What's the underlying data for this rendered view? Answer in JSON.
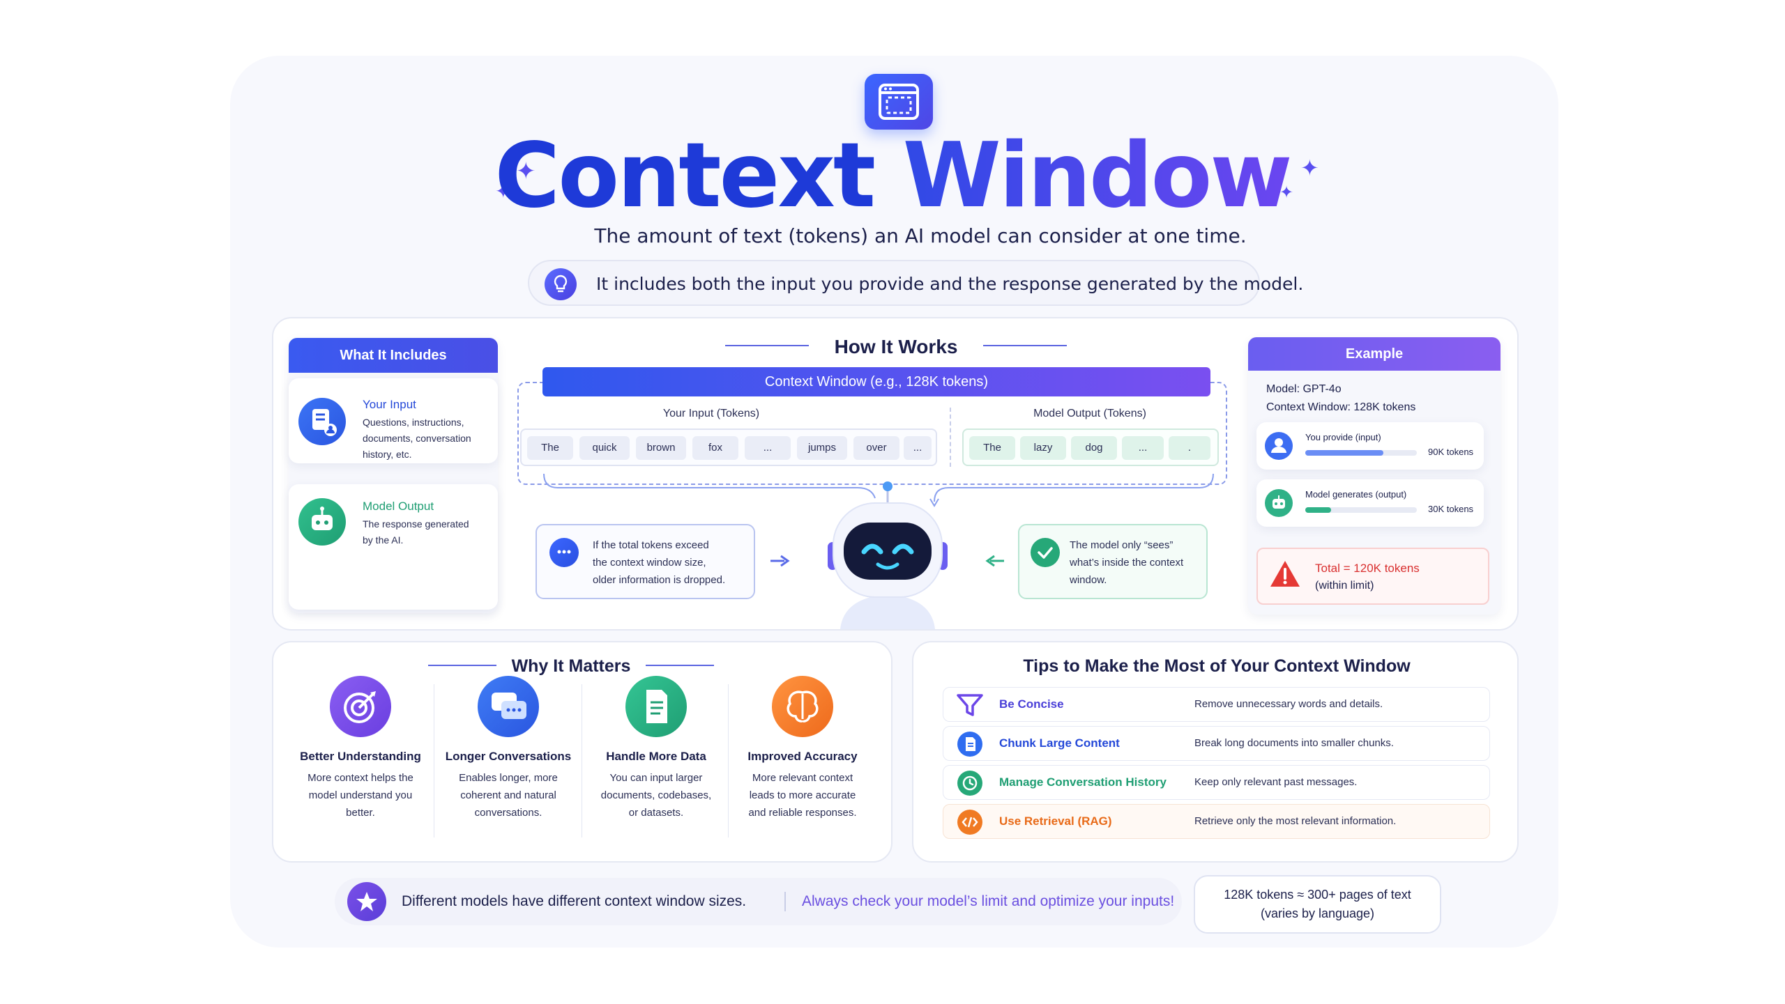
{
  "hero": {
    "title_part1": "Context",
    "title_part2": "Window",
    "subtitle": "The amount of text (tokens) an AI model can consider at one time.",
    "note": "It includes both the input you provide and the response generated by the model.",
    "icons": {
      "hero": "window-icon",
      "note": "lightbulb-icon",
      "sparkle": "sparkle-icon"
    }
  },
  "includes": {
    "header": "What It Includes",
    "items": [
      {
        "title": "Your Input",
        "desc_lines": [
          "Questions, instructions,",
          "documents, conversation",
          "history, etc."
        ],
        "icon": "document-user-icon"
      },
      {
        "title": "Model Output",
        "desc_lines": [
          "The response generated",
          "by the AI."
        ],
        "icon": "robot-icon"
      }
    ]
  },
  "how": {
    "title": "How It Works",
    "bar_label": "Context Window (e.g., 128K tokens)",
    "input_label": "Your Input (Tokens)",
    "output_label": "Model Output (Tokens)",
    "input_tokens": [
      "The",
      "quick",
      "brown",
      "fox",
      "...",
      "jumps",
      "over",
      "..."
    ],
    "output_tokens": [
      "The",
      "lazy",
      "dog",
      "...",
      "."
    ],
    "left_note_lines": [
      "If the total tokens exceed",
      "the context window size,",
      "older information is dropped."
    ],
    "right_note_lines": [
      "The model only “sees”",
      "what’s inside the context",
      "window."
    ],
    "icons": {
      "left_note": "chat-bubble-icon",
      "right_note": "check-circle-icon",
      "mascot": "robot-mascot-icon"
    }
  },
  "example": {
    "header": "Example",
    "model": "Model: GPT-4o",
    "window": "Context Window: 128K tokens",
    "input_label": "You provide (input)",
    "input_value": "90K tokens",
    "input_fraction": 0.7,
    "output_label": "Model generates (output)",
    "output_value": "30K tokens",
    "output_fraction": 0.23,
    "total": "Total = 120K tokens",
    "total_note": "(within limit)",
    "colors": {
      "input": "#6a8df5",
      "output": "#2fb187",
      "warning": "#e53935"
    },
    "icons": {
      "input": "user-icon",
      "output": "robot-icon",
      "total": "warning-icon"
    }
  },
  "why": {
    "title": "Why It Matters",
    "items": [
      {
        "title": "Better Understanding",
        "desc_lines": [
          "More context helps the",
          "model understand you",
          "better."
        ],
        "icon": "target-icon",
        "color": "#7a4be8"
      },
      {
        "title": "Longer Conversations",
        "desc_lines": [
          "Enables longer, more",
          "coherent and natural",
          "conversations."
        ],
        "icon": "chat-icon",
        "color": "#2f6df0"
      },
      {
        "title": "Handle More Data",
        "desc_lines": [
          "You can input larger",
          "documents, codebases,",
          "or datasets."
        ],
        "icon": "document-icon",
        "color": "#26b07e"
      },
      {
        "title": "Improved Accuracy",
        "desc_lines": [
          "More relevant context",
          "leads to more accurate",
          "and reliable responses."
        ],
        "icon": "brain-icon",
        "color": "#f27a2a"
      }
    ]
  },
  "tips": {
    "title": "Tips to Make the Most of Your Context Window",
    "items": [
      {
        "name": "Be Concise",
        "desc": "Remove unnecessary words and details.",
        "icon": "funnel-icon",
        "color": "#6b46e8"
      },
      {
        "name": "Chunk Large Content",
        "desc": "Break long documents into smaller chunks.",
        "icon": "document-icon",
        "color": "#2f6df0"
      },
      {
        "name": "Manage Conversation History",
        "desc": "Keep only relevant past messages.",
        "icon": "history-icon",
        "color": "#26a878"
      },
      {
        "name": "Use Retrieval (RAG)",
        "desc": "Retrieve only the most relevant information.",
        "icon": "code-icon",
        "color": "#f07a22"
      }
    ]
  },
  "footer": {
    "text": "Different models have different context window sizes.",
    "cta": "Always check your model’s limit and optimize your inputs!",
    "badge_line1": "128K tokens ≈ 300+ pages of text",
    "badge_line2": "(varies by language)",
    "icon": "star-icon"
  }
}
